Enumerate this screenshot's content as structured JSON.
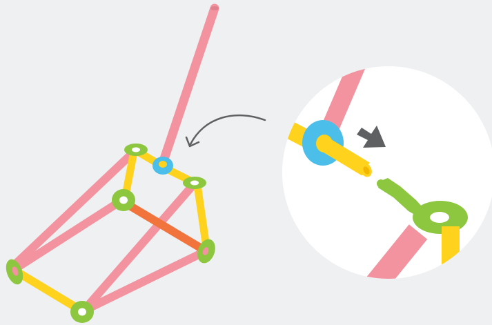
{
  "figure": {
    "description_free": true,
    "colors": {
      "background": "#eff0f2",
      "straw_pink": "#f2939f",
      "straw_yellow": "#ffd21e",
      "straw_orange": "#f2743d",
      "connector_green": "#8dc63f",
      "connector_blue": "#4bbfea",
      "arrow_gray": "#5f6062",
      "zoom_circle": "#ffffff"
    },
    "parts": {
      "main_structure": [
        "pink-straw",
        "yellow-straw",
        "orange-straw",
        "green-connector",
        "blue-collar"
      ],
      "callout_arrow": "curved-arrow",
      "zoom_inset": [
        "pink-straw",
        "blue-collar",
        "yellow-straw",
        "push-arrow-icon",
        "green-connector",
        "yellow-straw"
      ]
    }
  }
}
